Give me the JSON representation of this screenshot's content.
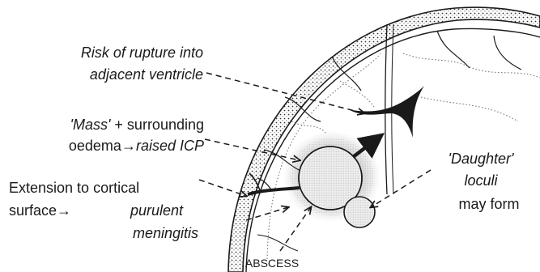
{
  "labels": {
    "rupture_line1": "Risk of rupture into",
    "rupture_line2": "adjacent ventricle",
    "mass_quote": "'Mass'",
    "mass_plus": " + surrounding",
    "oedema": "oedema",
    "arrow_glyph": "→",
    "raised_icp": "raised ICP",
    "extension_line1": "Extension to cortical",
    "surface": "surface",
    "purulent": "purulent",
    "meningitis": "meningitis",
    "daughter": "'Daughter'",
    "loculi": "loculi",
    "may_form": "may form",
    "abscess": "ABSCESS"
  },
  "colors": {
    "ink": "#1a1a1a",
    "stipple": "#8a8a8a",
    "abscess_fill": "#ececec"
  }
}
